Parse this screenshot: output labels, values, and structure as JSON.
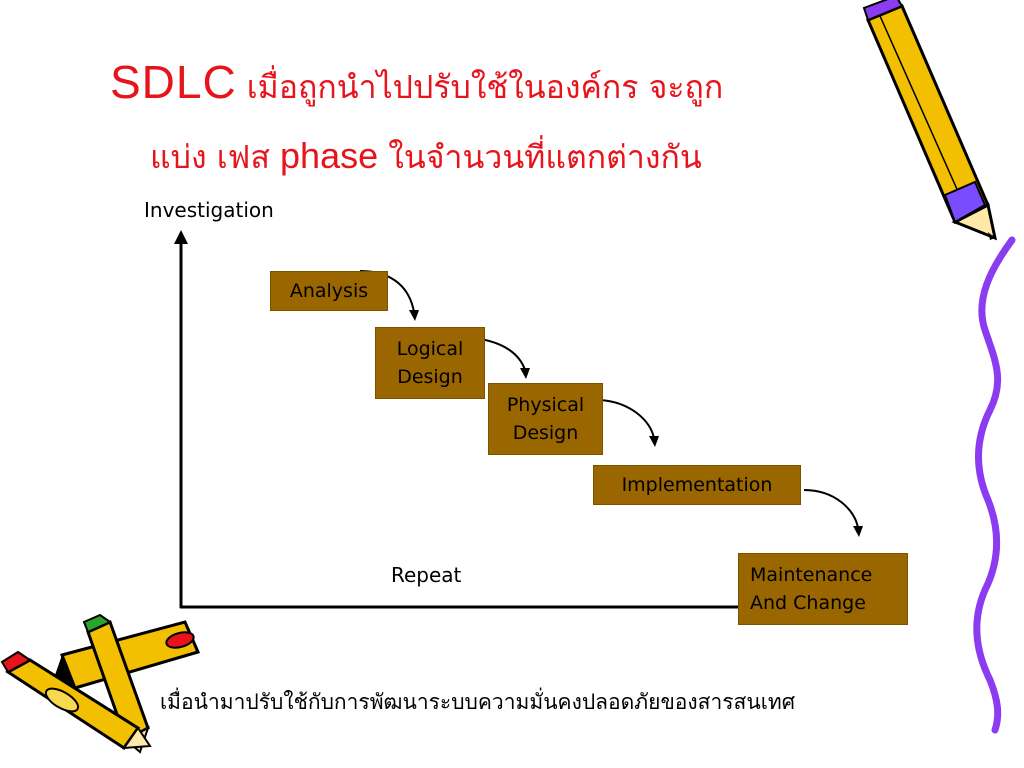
{
  "title": {
    "line1_latin": "SDLC",
    "line1_thai": "เมื่อถูกนำไปปรับใช้ในองค์กร จะถูก",
    "line2_thai_a": "แบ่ง เฟส",
    "line2_latin": "phase",
    "line2_thai_b": "ในจำนวนที่แตกต่างกัน"
  },
  "diagram": {
    "y_axis_label": "Investigation",
    "repeat_label": "Repeat",
    "phases": {
      "analysis": "Analysis",
      "logical_l1": "Logical",
      "logical_l2": "Design",
      "physical_l1": "Physical",
      "physical_l2": "Design",
      "implementation": "Implementation",
      "maintenance_l1": "Maintenance",
      "maintenance_l2": "And Change"
    }
  },
  "footer_text": "เมื่อนำมาปรับใช้กับการพัฒนาระบบความมั่นคงปลอดภัยของสารสนเทศ",
  "colors": {
    "title": "#e8141c",
    "phase_box": "#996600",
    "decor_purple": "#8c3cf0",
    "pencil_yellow": "#f2c000",
    "pencil_red": "#e8141c"
  }
}
